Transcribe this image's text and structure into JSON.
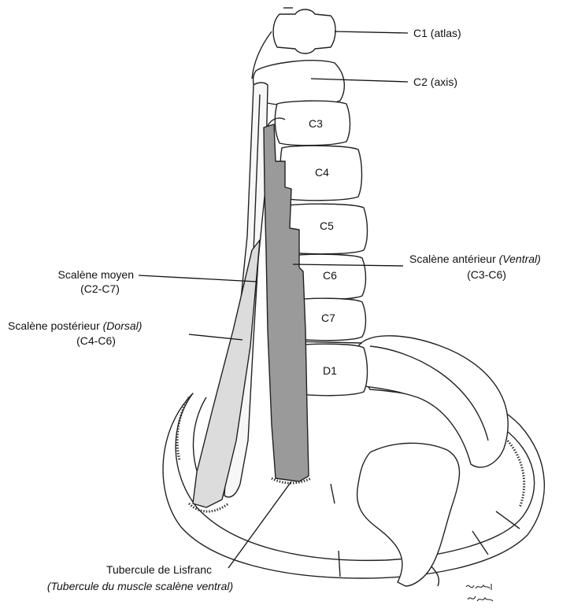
{
  "labels": {
    "c1": "C1 (atlas)",
    "c2": "C2 (axis)",
    "c3": "C3",
    "c4": "C4",
    "c5": "C5",
    "c6": "C6",
    "c7": "C7",
    "d1": "D1",
    "scalene_moyen_name": "Scalène moyen",
    "scalene_moyen_range": "(C2-C7)",
    "scalene_posterieur_name": "Scalène postérieur",
    "scalene_posterieur_note": "(Dorsal)",
    "scalene_posterieur_range": "(C4-C6)",
    "scalene_anterieur_name": "Scalène antérieur",
    "scalene_anterieur_note": "(Ventral)",
    "scalene_anterieur_range": "(C3-C6)",
    "tubercle_name": "Tubercule de Lisfranc",
    "tubercle_alt": "(Tubercule du muscle scalène ventral)"
  },
  "signature": [
    "l'ollerd",
    "& Dille"
  ],
  "colors": {
    "scalene_anterieur_fill": "#9a9a9a",
    "scalene_moyen_fill": "#f7f7f7",
    "scalene_posterieur_fill": "#dcdcdc",
    "line": "#222222"
  }
}
